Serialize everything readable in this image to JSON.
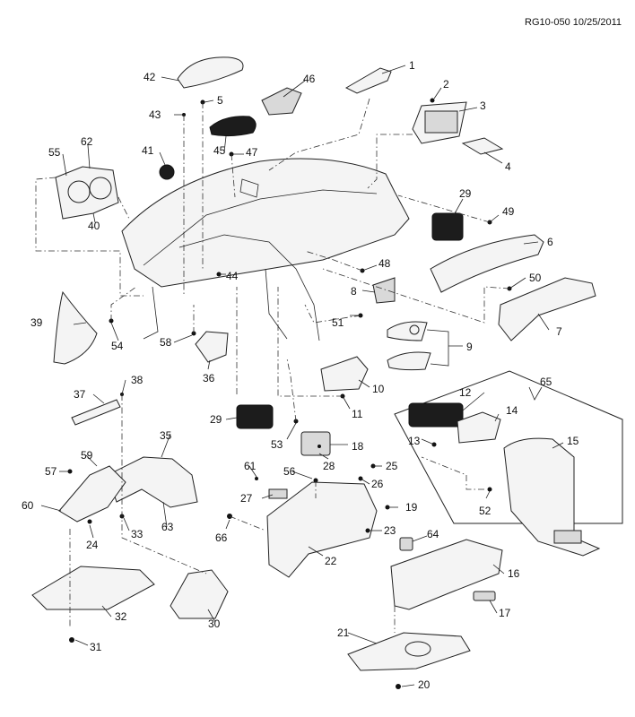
{
  "header": {
    "ref": "RG10-050 10/25/2011"
  },
  "callouts": [
    {
      "id": "1",
      "text": "1"
    },
    {
      "id": "2",
      "text": "2"
    },
    {
      "id": "3",
      "text": "3"
    },
    {
      "id": "4",
      "text": "4"
    },
    {
      "id": "5",
      "text": "5"
    },
    {
      "id": "6",
      "text": "6"
    },
    {
      "id": "7",
      "text": "7"
    },
    {
      "id": "8",
      "text": "8"
    },
    {
      "id": "9",
      "text": "9"
    },
    {
      "id": "10",
      "text": "10"
    },
    {
      "id": "11",
      "text": "11"
    },
    {
      "id": "12",
      "text": "12"
    },
    {
      "id": "13",
      "text": "13"
    },
    {
      "id": "14",
      "text": "14"
    },
    {
      "id": "15",
      "text": "15"
    },
    {
      "id": "16",
      "text": "16"
    },
    {
      "id": "17",
      "text": "17"
    },
    {
      "id": "18",
      "text": "18"
    },
    {
      "id": "19",
      "text": "19"
    },
    {
      "id": "20",
      "text": "20"
    },
    {
      "id": "21",
      "text": "21"
    },
    {
      "id": "22",
      "text": "22"
    },
    {
      "id": "23",
      "text": "23"
    },
    {
      "id": "24",
      "text": "24"
    },
    {
      "id": "25",
      "text": "25"
    },
    {
      "id": "26",
      "text": "26"
    },
    {
      "id": "27",
      "text": "27"
    },
    {
      "id": "28",
      "text": "28"
    },
    {
      "id": "29a",
      "text": "29"
    },
    {
      "id": "29b",
      "text": "29"
    },
    {
      "id": "30",
      "text": "30"
    },
    {
      "id": "31",
      "text": "31"
    },
    {
      "id": "32",
      "text": "32"
    },
    {
      "id": "33",
      "text": "33"
    },
    {
      "id": "35",
      "text": "35"
    },
    {
      "id": "36",
      "text": "36"
    },
    {
      "id": "37",
      "text": "37"
    },
    {
      "id": "38",
      "text": "38"
    },
    {
      "id": "39",
      "text": "39"
    },
    {
      "id": "40",
      "text": "40"
    },
    {
      "id": "41",
      "text": "41"
    },
    {
      "id": "42",
      "text": "42"
    },
    {
      "id": "43",
      "text": "43"
    },
    {
      "id": "44",
      "text": "44"
    },
    {
      "id": "45",
      "text": "45"
    },
    {
      "id": "46",
      "text": "46"
    },
    {
      "id": "47",
      "text": "47"
    },
    {
      "id": "48",
      "text": "48"
    },
    {
      "id": "49",
      "text": "49"
    },
    {
      "id": "50",
      "text": "50"
    },
    {
      "id": "51",
      "text": "51"
    },
    {
      "id": "52",
      "text": "52"
    },
    {
      "id": "53",
      "text": "53"
    },
    {
      "id": "54",
      "text": "54"
    },
    {
      "id": "55",
      "text": "55"
    },
    {
      "id": "56",
      "text": "56"
    },
    {
      "id": "57",
      "text": "57"
    },
    {
      "id": "58",
      "text": "58"
    },
    {
      "id": "59",
      "text": "59"
    },
    {
      "id": "60",
      "text": "60"
    },
    {
      "id": "61",
      "text": "61"
    },
    {
      "id": "62",
      "text": "62"
    },
    {
      "id": "63",
      "text": "63"
    },
    {
      "id": "64",
      "text": "64"
    },
    {
      "id": "65",
      "text": "65"
    },
    {
      "id": "66",
      "text": "66"
    }
  ]
}
